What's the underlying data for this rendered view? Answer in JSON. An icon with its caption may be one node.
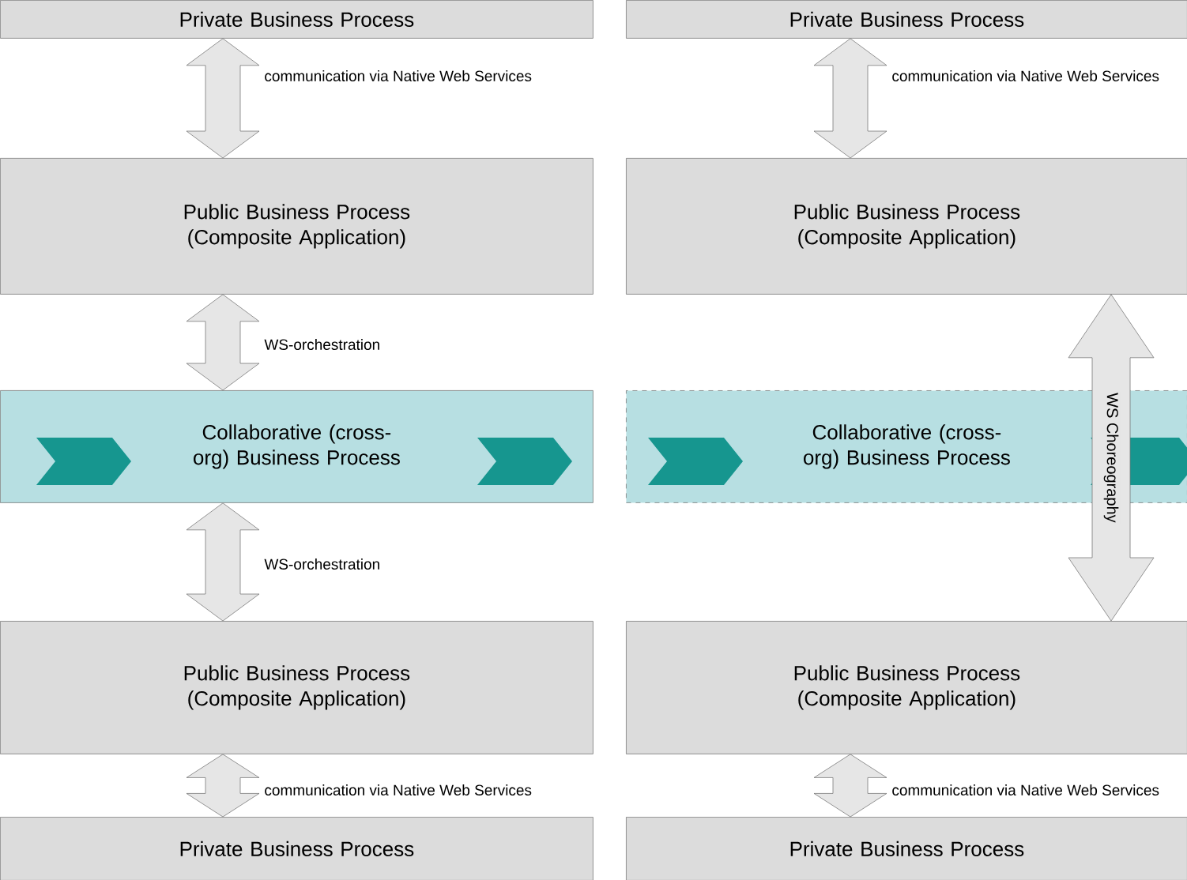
{
  "diagram": {
    "nodes": [
      {
        "text": [
          "Private Business Process"
        ]
      },
      {
        "text": [
          "Public Business Process (Composite Application)"
        ]
      },
      {
        "text": [
          "Collaborative (cross-org) Business Process"
        ]
      },
      {
        "text": [
          "Public Business Process (Composite Application)"
        ]
      },
      {
        "text": [
          "Private Business Process"
        ]
      },
      {
        "text": [
          "Private Business Process"
        ]
      },
      {
        "text": [
          "Public Business Process (Composite Application)"
        ]
      },
      {
        "text": [
          "Collaborative (cross-org) Business Process"
        ]
      },
      {
        "text": [
          "Public Business Process (Composite Application)"
        ]
      },
      {
        "text": [
          "Private Business Process"
        ]
      }
    ],
    "edges": [
      {
        "from": 0,
        "to": 1,
        "arrow": "both",
        "label": "communication via Native Web Services"
      },
      {
        "from": 1,
        "to": 2,
        "arrow": "both",
        "label": "WS-orchestration"
      },
      {
        "from": 2,
        "to": 3,
        "arrow": "both",
        "label": "WS-orchestration"
      },
      {
        "from": 3,
        "to": 4,
        "arrow": "both",
        "label": "communication via Native Web Services"
      },
      {
        "from": 5,
        "to": 6,
        "arrow": "both",
        "label": "communication via Native Web Services"
      },
      {
        "from": 6,
        "to": 8,
        "arrow": "both",
        "label": "WS Choreography",
        "style": "thick"
      },
      {
        "from": 8,
        "to": 9,
        "arrow": "both",
        "label": "communication via Native Web Services"
      }
    ]
  }
}
